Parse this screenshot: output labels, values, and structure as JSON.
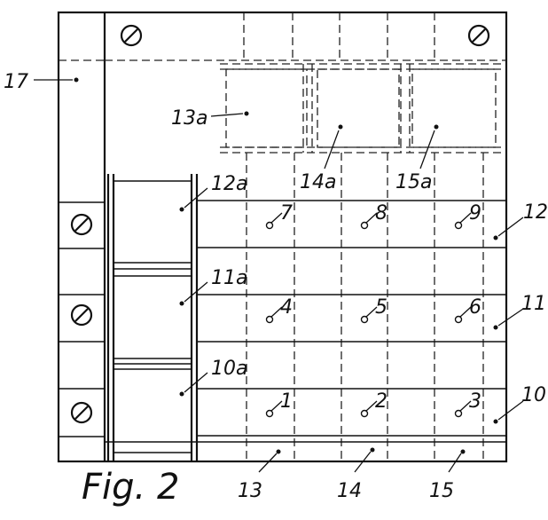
{
  "caption": "Fig. 2",
  "labels": {
    "l17": "17",
    "l13a": "13a",
    "l14a": "14a",
    "l15a": "15a",
    "l12a": "12a",
    "l11a": "11a",
    "l10a": "10a",
    "l12": "12",
    "l11": "11",
    "l10": "10",
    "l13": "13",
    "l14": "14",
    "l15": "15"
  },
  "points": {
    "p1": "1",
    "p2": "2",
    "p3": "3",
    "p4": "4",
    "p5": "5",
    "p6": "6",
    "p7": "7",
    "p8": "8",
    "p9": "9"
  }
}
